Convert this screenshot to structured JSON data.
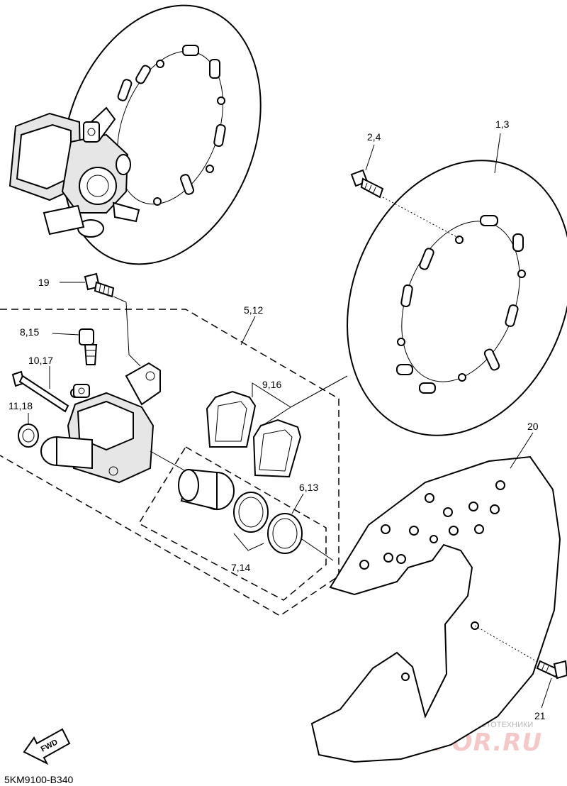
{
  "diagram": {
    "callouts": [
      {
        "id": "c-1-3",
        "text": "1,3"
      },
      {
        "id": "c-2-4",
        "text": "2,4"
      },
      {
        "id": "c-19",
        "text": "19"
      },
      {
        "id": "c-5-12",
        "text": "5,12"
      },
      {
        "id": "c-8-15",
        "text": "8,15"
      },
      {
        "id": "c-10-17",
        "text": "10,17"
      },
      {
        "id": "c-9-16",
        "text": "9,16"
      },
      {
        "id": "c-11-18",
        "text": "11,18"
      },
      {
        "id": "c-20",
        "text": "20"
      },
      {
        "id": "c-6-13",
        "text": "6,13"
      },
      {
        "id": "c-7-14",
        "text": "7,14"
      },
      {
        "id": "c-21",
        "text": "21"
      }
    ],
    "fwd_label": "FWD",
    "drawing_code": "5KM9100-B340"
  },
  "watermark": {
    "top_line": "ЗАПЧАСТИ И АКСЕССУАРЫ ДЛЯ МОТОТЕХНИКИ",
    "brand": "PARTSFOR.RU"
  }
}
